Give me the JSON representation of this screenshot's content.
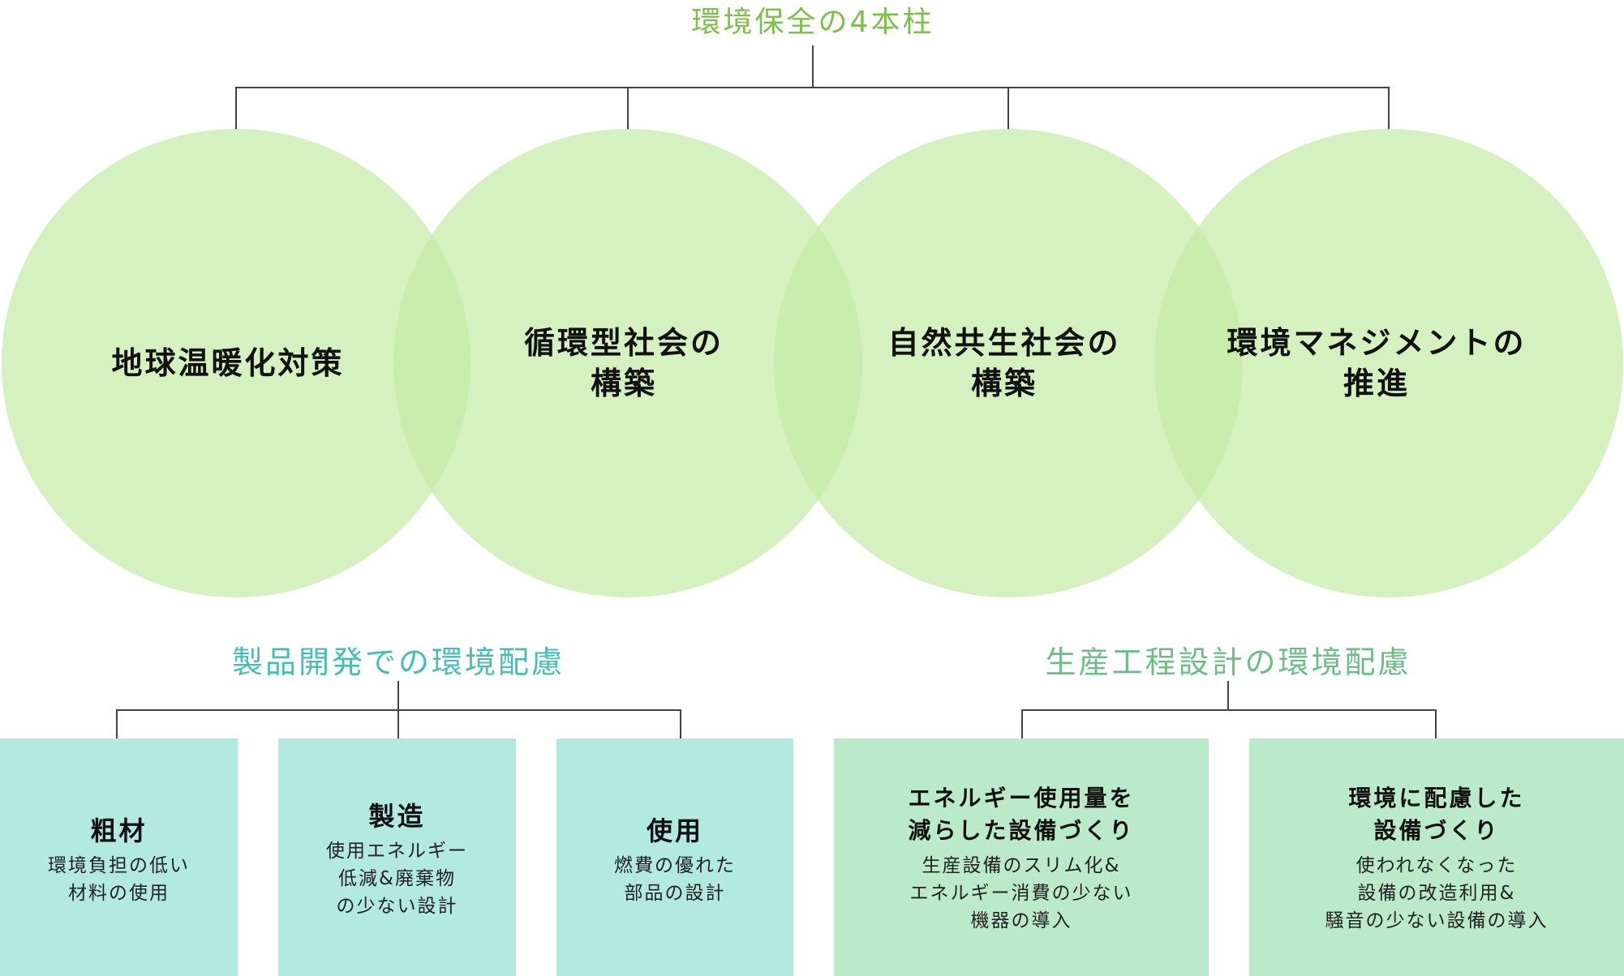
{
  "colors": {
    "title_green": "#7cc04c",
    "product_heading_teal": "#45bfb5",
    "process_heading_green": "#6cbf84",
    "circle_fill": "#d3f0bc",
    "product_box_fill": "#b3eae0",
    "process_box_fill": "#bbeacb",
    "connector_line": "#444444"
  },
  "title": "環境保全の4本柱",
  "pillars": [
    {
      "label": "地球温暖化対策"
    },
    {
      "label": "循環型社会の\n構築"
    },
    {
      "label": "自然共生社会の\n構築"
    },
    {
      "label": "環境マネジメントの\n推進"
    }
  ],
  "product_section": {
    "heading": "製品開発での環境配慮",
    "boxes": [
      {
        "title": "粗材",
        "desc": "環境負担の低い\n材料の使用"
      },
      {
        "title": "製造",
        "desc": "使用エネルギー\n低減&廃棄物\nの少ない設計"
      },
      {
        "title": "使用",
        "desc": "燃費の優れた\n部品の設計"
      }
    ]
  },
  "process_section": {
    "heading": "生産工程設計の環境配慮",
    "boxes": [
      {
        "title": "エネルギー使用量を\n減らした設備づくり",
        "desc": "生産設備のスリム化&\nエネルギー消費の少ない\n機器の導入"
      },
      {
        "title": "環境に配慮した\n設備づくり",
        "desc": "使われなくなった\n設備の改造利用&\n騒音の少ない設備の導入"
      }
    ]
  }
}
